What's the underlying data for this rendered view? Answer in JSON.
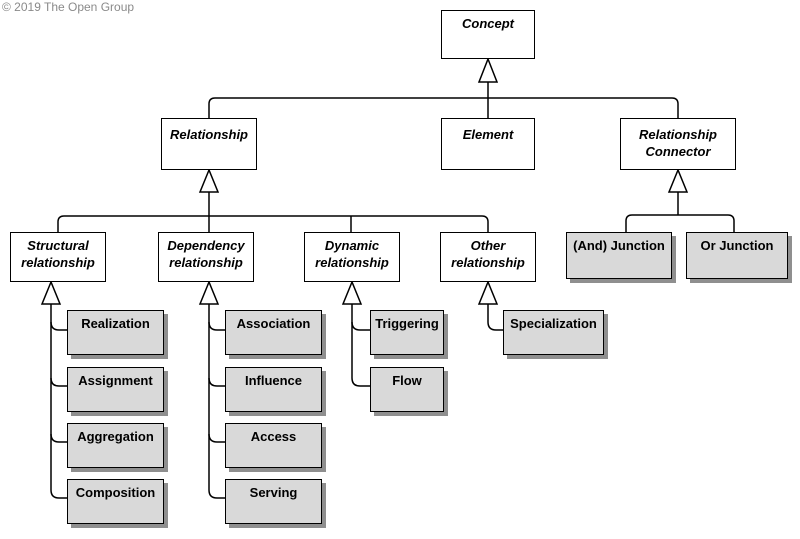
{
  "copyright": "© 2019 The Open Group",
  "nodes": {
    "concept": "Concept",
    "relationship": "Relationship",
    "element": "Element",
    "relationship_connector": "Relationship Connector",
    "structural": "Structural relationship",
    "dependency": "Dependency relationship",
    "dynamic": "Dynamic relationship",
    "other": "Other relationship",
    "and_junction": "(And) Junction",
    "or_junction": "Or Junction",
    "realization": "Realization",
    "assignment": "Assignment",
    "aggregation": "Aggregation",
    "composition": "Composition",
    "association": "Association",
    "influence": "Influence",
    "access": "Access",
    "serving": "Serving",
    "triggering": "Triggering",
    "flow": "Flow",
    "specialization": "Specialization"
  }
}
